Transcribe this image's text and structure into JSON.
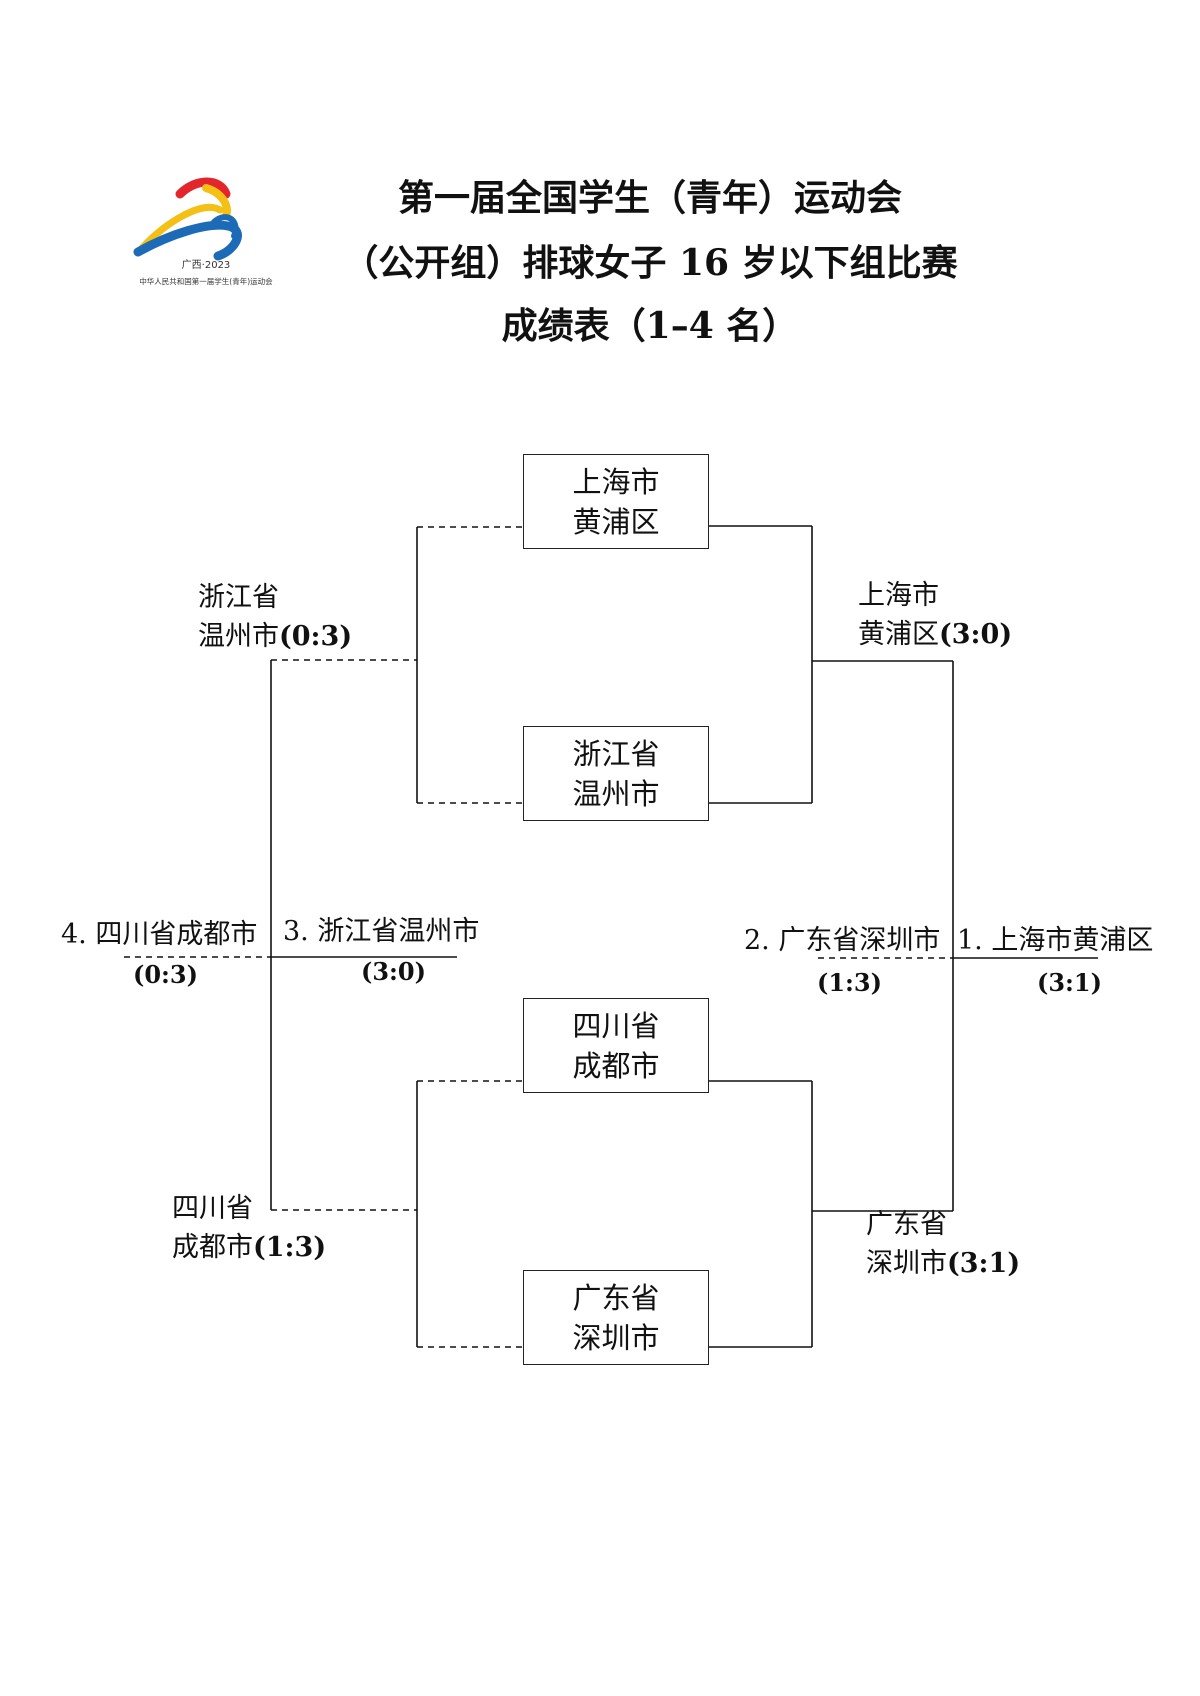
{
  "logo": {
    "year_text": "广西·2023",
    "caption": "中华人民共和国第一届学生(青年)运动会",
    "colors": {
      "red": "#e3262b",
      "yellow": "#f5c015",
      "blue": "#1d6bb6"
    }
  },
  "title": {
    "line1": "第一届全国学生（青年）运动会",
    "line2": "（公开组）排球女子 16 岁以下组比赛",
    "line3": "成绩表（1–4 名）"
  },
  "teams": {
    "t1": {
      "line1": "上海市",
      "line2": "黄浦区"
    },
    "t2": {
      "line1": "浙江省",
      "line2": "温州市"
    },
    "t3": {
      "line1": "四川省",
      "line2": "成都市"
    },
    "t4": {
      "line1": "广东省",
      "line2": "深圳市"
    }
  },
  "semifinals": {
    "top": {
      "winner": {
        "line1": "上海市",
        "line2": "黄浦区",
        "score": "(3:0)"
      },
      "loser": {
        "line1": "浙江省",
        "line2": "温州市",
        "score": "(0:3)"
      }
    },
    "bottom": {
      "winner": {
        "line1": "广东省",
        "line2": "深圳市",
        "score": "(3:1)"
      },
      "loser": {
        "line1": "四川省",
        "line2": "成都市",
        "score": "(1:3)"
      }
    }
  },
  "final": {
    "first": {
      "label": "1. 上海市黄浦区",
      "score": "(3:1)"
    },
    "second": {
      "label": "2. 广东省深圳市",
      "score": "(1:3)"
    }
  },
  "third_place": {
    "third": {
      "label": "3. 浙江省温州市",
      "score": "(3:0)"
    },
    "fourth": {
      "label": "4. 四川省成都市",
      "score": "(0:3)"
    }
  }
}
